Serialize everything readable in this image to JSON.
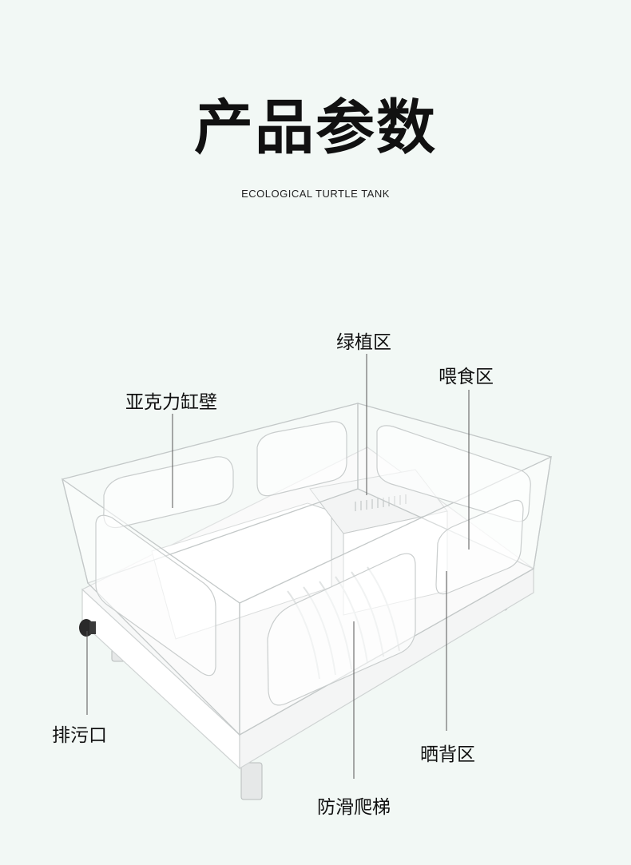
{
  "header": {
    "title": "产品参数",
    "subtitle": "ECOLOGICAL TURTLE TANK"
  },
  "labels": {
    "acrylic_wall": "亚克力缸壁",
    "plant_zone": "绿植区",
    "feeding_zone": "喂食区",
    "drain_outlet": "排污口",
    "basking_zone": "晒背区",
    "anti_slip_ladder": "防滑爬梯"
  },
  "colors": {
    "background": "#f2f8f5",
    "text": "#111111",
    "leader_line": "#555555",
    "tank_base": "#ffffff"
  }
}
